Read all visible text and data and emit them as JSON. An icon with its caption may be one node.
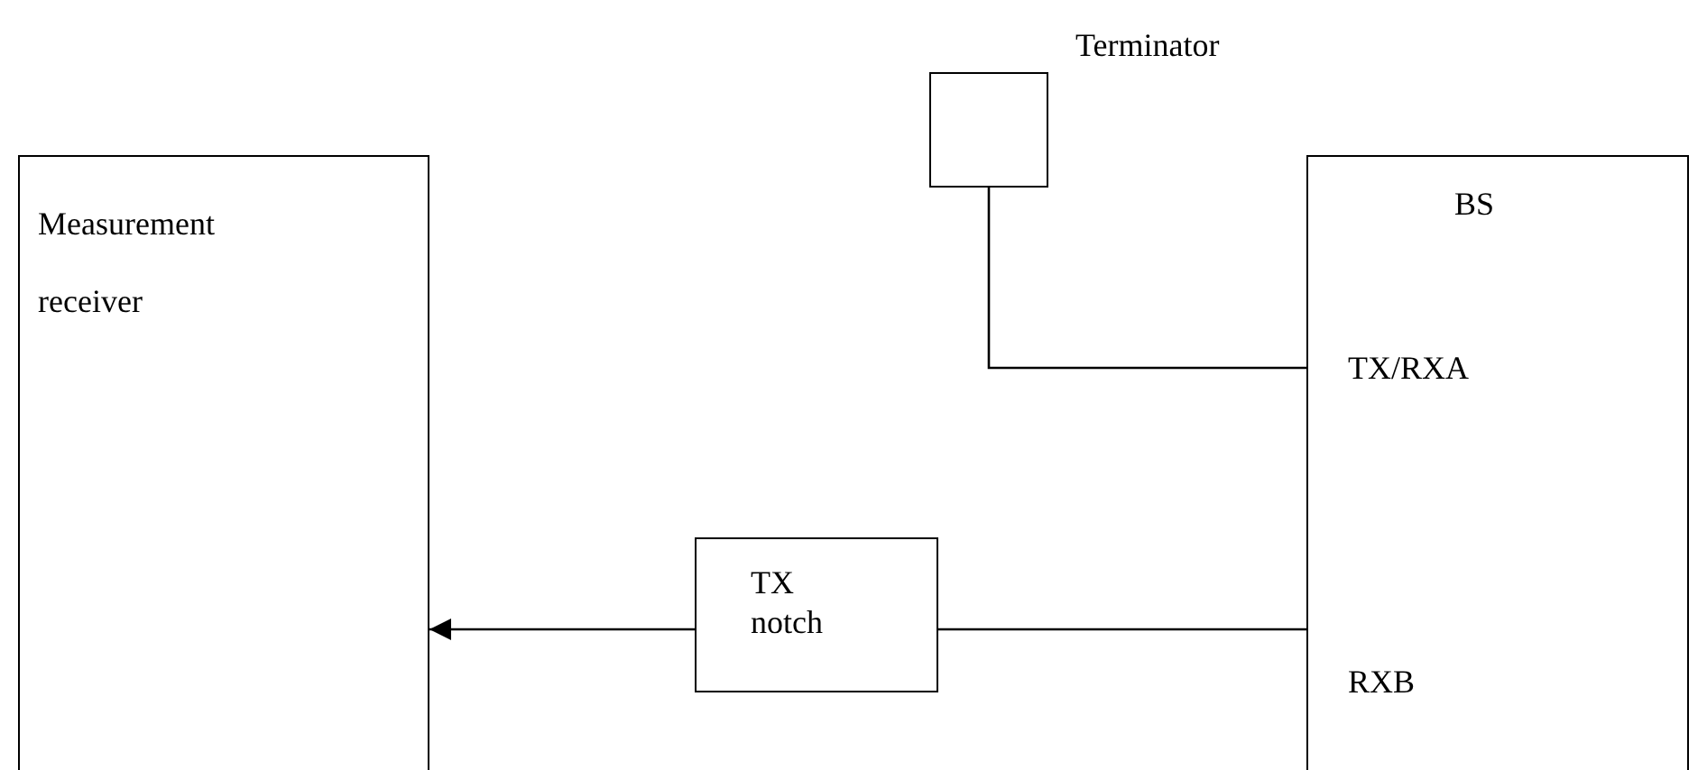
{
  "diagram": {
    "nodes": [
      {
        "text": [
          "Measurement receiver"
        ]
      },
      {
        "text": [],
        "shape": "box",
        "beside": [
          "Terminator"
        ]
      },
      {
        "text": [
          "BS"
        ]
      },
      {
        "text": [
          "TX notch"
        ]
      }
    ],
    "edges": [
      {
        "from": 1,
        "to": 2,
        "arrow": "none"
      },
      {
        "from": 3,
        "to": 2,
        "arrow": "none"
      },
      {
        "from": 3,
        "to": 0,
        "arrow": "to"
      }
    ],
    "labels": [
      "TX/RXA",
      "RXB"
    ]
  }
}
